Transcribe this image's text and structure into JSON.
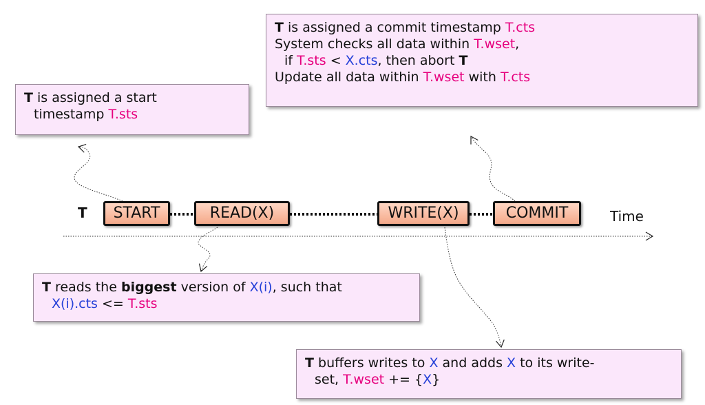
{
  "timeline": {
    "t_label": "T",
    "time_label": "Time",
    "steps": [
      "START",
      "READ(X)",
      "WRITE(X)",
      "COMMIT"
    ]
  },
  "notes": {
    "start": {
      "line1": [
        " is assigned a start"
      ],
      "t": "T",
      "line2_prefix": "timestamp ",
      "line2_value": "T.sts"
    },
    "commit": {
      "t": "T",
      "l1_text": " is assigned a commit timestamp ",
      "l1_value": "T.cts",
      "l2_text": "System checks all data within ",
      "l2_value": "T.wset",
      "l2_tail": ",",
      "l3_if": "if ",
      "l3_a": "T.sts",
      "l3_lt": " < ",
      "l3_b": "X.cts",
      "l3_then": ", then abort ",
      "l3_t": "T",
      "l4_text": "Update all data within ",
      "l4_value": "T.wset",
      "l4_with": " with ",
      "l4_cts": "T.cts"
    },
    "read": {
      "t": "T",
      "l1_text": " reads the ",
      "l1_big": "biggest",
      "l1_mid": " version of ",
      "l1_xi": "X(i)",
      "l1_tail": ", such that",
      "l2_xi": "X(i).cts",
      "l2_le": " <= ",
      "l2_sts": "T.sts"
    },
    "write": {
      "t": "T",
      "l1_text": " buffers writes to ",
      "l1_x": "X",
      "l1_mid": " and adds ",
      "l1_x2": "X",
      "l1_tail": " to its write-",
      "l2_text": "set, ",
      "l2_wset": "T.wset",
      "l2_op": " += {",
      "l2_x": "X",
      "l2_close": "}"
    }
  },
  "colors": {
    "note_bg": "#fbe7fb",
    "fold": "#f7b9a0",
    "step_fill": "#f4a98a",
    "magenta": "#e6007e",
    "blue": "#2540d8"
  }
}
